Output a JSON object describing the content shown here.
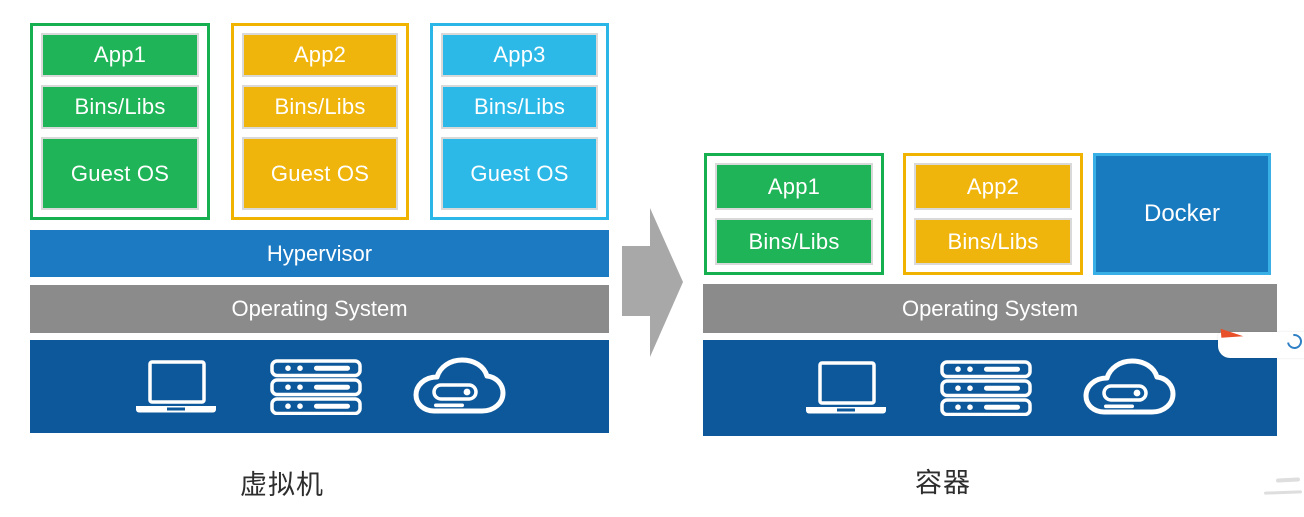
{
  "diagram": {
    "left": {
      "caption": "虚拟机",
      "columns": [
        {
          "name": "vm-1",
          "color": "#1fb457",
          "rows": {
            "app": "App1",
            "bins": "Bins/Libs",
            "guest_os": "Guest OS"
          }
        },
        {
          "name": "vm-2",
          "color": "#f0b50c",
          "rows": {
            "app": "App2",
            "bins": "Bins/Libs",
            "guest_os": "Guest OS"
          }
        },
        {
          "name": "vm-3",
          "color": "#2cb9e8",
          "rows": {
            "app": "App3",
            "bins": "Bins/Libs",
            "guest_os": "Guest OS"
          }
        }
      ],
      "hypervisor": "Hypervisor",
      "operating_system": "Operating System"
    },
    "right": {
      "caption": "容器",
      "columns": [
        {
          "name": "container-1",
          "color": "#1fb457",
          "rows": {
            "app": "App1",
            "bins": "Bins/Libs"
          }
        },
        {
          "name": "container-2",
          "color": "#f0b50c",
          "rows": {
            "app": "App2",
            "bins": "Bins/Libs"
          }
        }
      ],
      "docker": "Docker",
      "operating_system": "Operating System"
    },
    "infrastructure_icons": [
      "laptop-icon",
      "server-rack-icon",
      "cloud-icon"
    ],
    "colors": {
      "green": "#1fb457",
      "green_border": "#17b050",
      "yellow": "#f0b50c",
      "yellow_border": "#f0b400",
      "cyan": "#2cb9e8",
      "hypervisor_blue": "#1b7ac2",
      "docker_fill": "#187abf",
      "docker_border": "#39b0e5",
      "os_gray": "#8b8b8b",
      "infrastructure_blue": "#0d589b",
      "arrow_gray": "#a8a8a8",
      "artifact_orange": "#e8502a"
    }
  }
}
